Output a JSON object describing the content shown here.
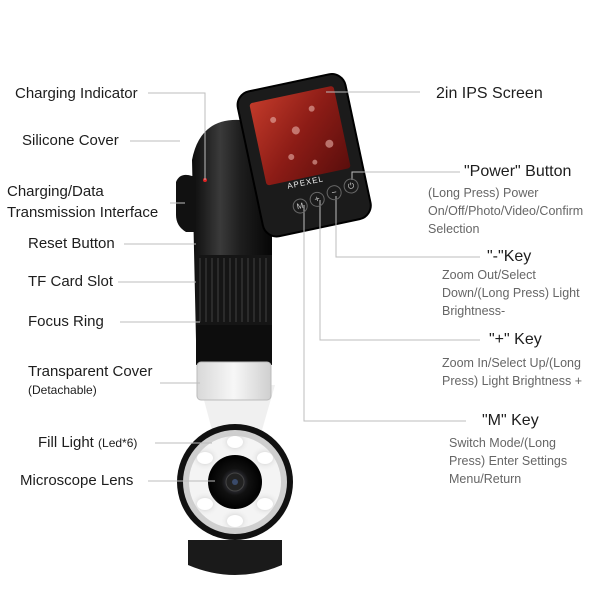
{
  "left_labels": {
    "charging_indicator": "Charging Indicator",
    "silicone_cover": "Silicone Cover",
    "charging_data_line1": "Charging/Data",
    "charging_data_line2": "Transmission Interface",
    "reset_button": "Reset Button",
    "tf_card_slot": "TF Card Slot",
    "focus_ring": "Focus Ring",
    "transparent_cover": "Transparent Cover",
    "transparent_cover_note": "(Detachable)",
    "fill_light": "Fill Light",
    "fill_light_note": "(Led*6)",
    "microscope_lens": "Microscope Lens"
  },
  "right_labels": {
    "ips_screen": "2in IPS Screen",
    "power_button": "\"Power\" Button",
    "power_desc": "(Long Press) Power On/Off/Photo/Video/Confirm Selection",
    "minus_key": "\"-\"Key",
    "minus_desc": "Zoom Out/Select Down/(Long Press) Light Brightness-",
    "plus_key": "\"+\" Key",
    "plus_desc": "Zoom In/Select Up/(Long Press) Light Brightness +",
    "m_key": "\"M\" Key",
    "m_desc": "Switch Mode/(Long Press) Enter Settings Menu/Return"
  },
  "device": {
    "brand": "APEXEL",
    "buttons": [
      "M",
      "+",
      "−",
      "⏻"
    ]
  }
}
